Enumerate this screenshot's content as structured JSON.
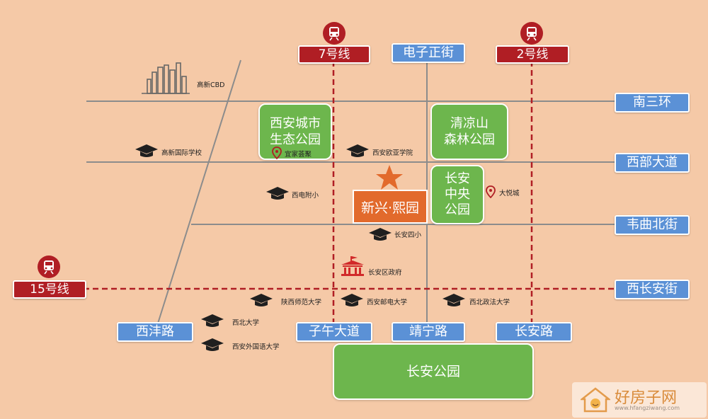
{
  "roads_vertical_labels": {
    "dianzi": "电子正街",
    "xifeng": "西沣路",
    "ziwu": "子午大道",
    "jingning": "靖宁路",
    "changan_rd": "长安路"
  },
  "roads_horizontal_labels": {
    "nansanhuan": "南三环",
    "xibu": "西部大道",
    "weiqu": "韦曲北街",
    "xichangan": "西长安街"
  },
  "metro_lines": {
    "line7": "7号线",
    "line2": "2号线",
    "line15": "15号线"
  },
  "parks": {
    "xian_city_park": "西安城市\n生态公园",
    "qingliang": "清凉山\n森林公园",
    "changan_central": "长安\n中央\n公园",
    "changan_park": "长安公园"
  },
  "project": {
    "name": "新兴·熙园"
  },
  "pois": {
    "cbd": "高新CBD",
    "gaoxin_school": "高新国际学校",
    "yijia": "宜家荟聚",
    "ouya": "西安欧亚学院",
    "xidian_fuxiao": "西电附小",
    "dayuecheng": "大悦城",
    "changan_sixiao": "长安四小",
    "gov": "长安区政府",
    "shifan": "陕西师范大学",
    "youdian": "西安邮电大学",
    "zhengfa": "西北政法大学",
    "xibei": "西北大学",
    "waiyu": "西安外国语大学"
  },
  "watermark": {
    "title": "好房子网",
    "url": "www.hfangziwang.com"
  },
  "colors": {
    "background": "#f5c9a7",
    "road_label": "#5b91d6",
    "metro": "#b01e24",
    "park": "#6db64d",
    "project": "#e26a2c",
    "star": "#e26a2c"
  }
}
